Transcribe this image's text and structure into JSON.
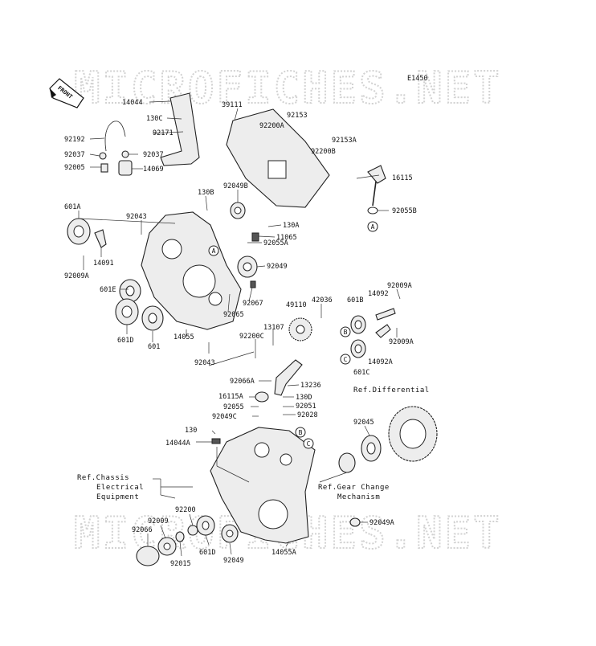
{
  "diagram_code": "E1450",
  "watermark": "MICROFICHES.NET",
  "front_label": "FRONT",
  "labels": [
    {
      "id": "14044",
      "text": "14044"
    },
    {
      "id": "39111",
      "text": "39111"
    },
    {
      "id": "92153",
      "text": "92153"
    },
    {
      "id": "130C",
      "text": "130C"
    },
    {
      "id": "92200A",
      "text": "92200A"
    },
    {
      "id": "92171",
      "text": "92171"
    },
    {
      "id": "92192",
      "text": "92192"
    },
    {
      "id": "92153A",
      "text": "92153A"
    },
    {
      "id": "92037a",
      "text": "92037"
    },
    {
      "id": "92037b",
      "text": "92037"
    },
    {
      "id": "92200B",
      "text": "92200B"
    },
    {
      "id": "92005",
      "text": "92005"
    },
    {
      "id": "14069",
      "text": "14069"
    },
    {
      "id": "16115",
      "text": "16115"
    },
    {
      "id": "130B",
      "text": "130B"
    },
    {
      "id": "92049B",
      "text": "92049B"
    },
    {
      "id": "92055B",
      "text": "92055B"
    },
    {
      "id": "601A",
      "text": "601A"
    },
    {
      "id": "92043a",
      "text": "92043"
    },
    {
      "id": "130A",
      "text": "130A"
    },
    {
      "id": "11065",
      "text": "11065"
    },
    {
      "id": "92055A",
      "text": "92055A"
    },
    {
      "id": "14091",
      "text": "14091"
    },
    {
      "id": "92009A",
      "text": "92009A"
    },
    {
      "id": "92049a",
      "text": "92049"
    },
    {
      "id": "601E",
      "text": "601E"
    },
    {
      "id": "92067",
      "text": "92067"
    },
    {
      "id": "42036",
      "text": "42036"
    },
    {
      "id": "601B",
      "text": "601B"
    },
    {
      "id": "14092",
      "text": "14092"
    },
    {
      "id": "92009A2",
      "text": "92009A"
    },
    {
      "id": "49110",
      "text": "49110"
    },
    {
      "id": "92065",
      "text": "92065"
    },
    {
      "id": "601D",
      "text": "601D"
    },
    {
      "id": "601",
      "text": "601"
    },
    {
      "id": "14055",
      "text": "14055"
    },
    {
      "id": "13107",
      "text": "13107"
    },
    {
      "id": "92009A3",
      "text": "92009A"
    },
    {
      "id": "92200C",
      "text": "92200C"
    },
    {
      "id": "14092A",
      "text": "14092A"
    },
    {
      "id": "601C",
      "text": "601C"
    },
    {
      "id": "92043b",
      "text": "92043"
    },
    {
      "id": "92066A",
      "text": "92066A"
    },
    {
      "id": "13236",
      "text": "13236"
    },
    {
      "id": "16115A",
      "text": "16115A"
    },
    {
      "id": "130D",
      "text": "130D"
    },
    {
      "id": "92055",
      "text": "92055"
    },
    {
      "id": "92051",
      "text": "92051"
    },
    {
      "id": "92049C",
      "text": "92049C"
    },
    {
      "id": "92028",
      "text": "92028"
    },
    {
      "id": "92045",
      "text": "92045"
    },
    {
      "id": "130",
      "text": "130"
    },
    {
      "id": "14044A",
      "text": "14044A"
    },
    {
      "id": "92200",
      "text": "92200"
    },
    {
      "id": "92009",
      "text": "92009"
    },
    {
      "id": "92066",
      "text": "92066"
    },
    {
      "id": "92049A",
      "text": "92049A"
    },
    {
      "id": "601D2",
      "text": "601D"
    },
    {
      "id": "92049b2",
      "text": "92049"
    },
    {
      "id": "92015",
      "text": "92015"
    },
    {
      "id": "14055A",
      "text": "14055A"
    }
  ],
  "references": {
    "differential": "Ref.Differential",
    "chassis": [
      "Ref.Chassis",
      "Electrical",
      "Equipment"
    ],
    "gear_change": [
      "Ref.Gear Change",
      "Mechanism"
    ]
  },
  "callouts": {
    "A": "A",
    "B": "B",
    "C": "C"
  }
}
